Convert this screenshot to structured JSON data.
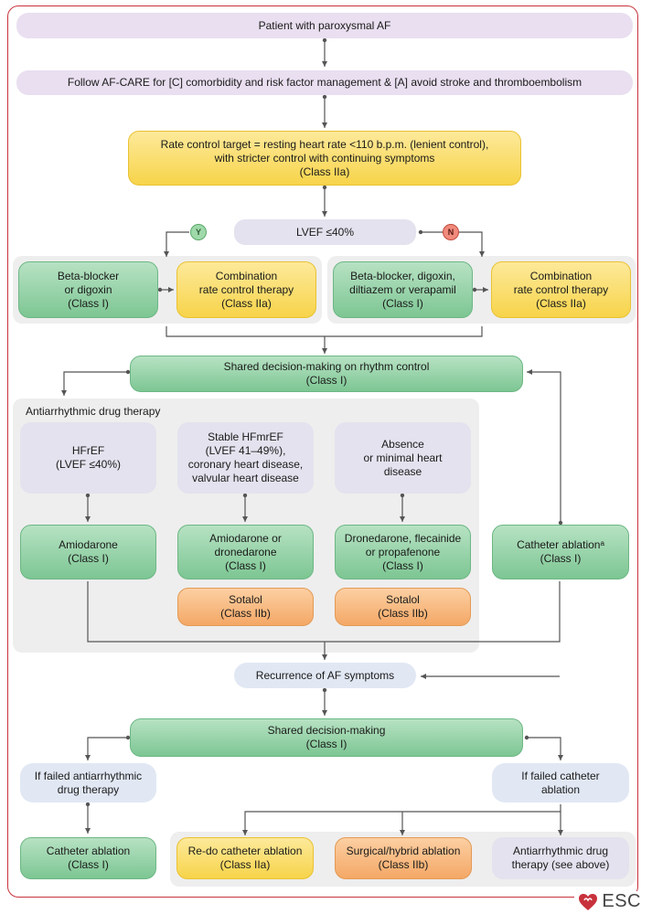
{
  "colors": {
    "frame": "#c8323c",
    "connector": "#555555",
    "green_box": "#8fd0a3",
    "yellow_box": "#f9db5c",
    "orange_box": "#f6b378",
    "lilac_box": "#e9dff0",
    "blue_box": "#e1e8f4",
    "panel": "#eeeeee"
  },
  "nodes": {
    "start": "Patient with paroxysmal AF",
    "follow": "Follow AF-CARE for [C] comorbidity and risk factor management & [A] avoid stroke and thromboembolism",
    "rate_target": "Rate control target = resting heart rate <110 b.p.m. (lenient control),\nwith stricter control with continuing symptoms\n(Class IIa)",
    "lvef": "LVEF ≤40%",
    "badge_yes": "Y",
    "badge_no": "N",
    "bb_digoxin": "Beta-blocker\nor digoxin\n(Class I)",
    "combo_left": "Combination\nrate control therapy\n(Class IIa)",
    "bb_dig_dil_ver": "Beta-blocker, digoxin,\ndiltiazem or verapamil\n(Class I)",
    "combo_right": "Combination\nrate control therapy\n(Class IIa)",
    "sdm_rhythm": "Shared decision-making on rhythm control\n(Class I)",
    "aad_title": "Antiarrhythmic drug therapy",
    "hfref": "HFrEF\n(LVEF ≤40%)",
    "hfmref": "Stable HFmrEF\n(LVEF 41–49%),\ncoronary heart disease,\nvalvular heart disease",
    "absence": "Absence\nor minimal heart\ndisease",
    "amiodarone": "Amiodarone\n(Class I)",
    "amio_drone": "Amiodarone or\ndronedarone\n(Class I)",
    "drone_flec": "Dronedarone, flecainide\nor propafenone\n(Class I)",
    "sotalol_1": "Sotalol\n(Class IIb)",
    "sotalol_2": "Sotalol\n(Class IIb)",
    "catheter_ablation_main": "Catheter ablationᵃ\n(Class I)",
    "recurrence": "Recurrence of AF symptoms",
    "sdm": "Shared decision-making\n(Class I)",
    "failed_aad": "If failed antiarrhythmic\ndrug therapy",
    "failed_ablation": "If failed catheter\nablation",
    "catheter_ablation_2": "Catheter ablation\n(Class I)",
    "redo": "Re-do catheter ablation\n(Class IIa)",
    "surgical": "Surgical/hybrid ablation\n(Class IIb)",
    "aad_see_above": "Antiarrhythmic drug\ntherapy (see above)"
  },
  "logo": {
    "text": "ESC",
    "icon": "esc-heart-logo-icon"
  }
}
